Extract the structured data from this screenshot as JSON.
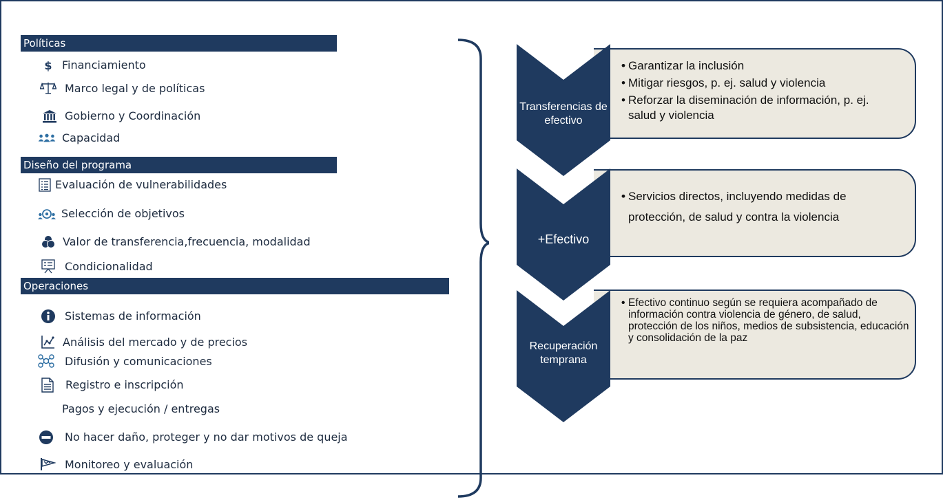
{
  "sections": {
    "politicas": {
      "title": "Políticas",
      "items": [
        {
          "label": "Financiamiento",
          "icon": "dollar-icon"
        },
        {
          "label": "Marco legal y de políticas",
          "icon": "scales-icon"
        },
        {
          "label": "Gobierno y Coordinación",
          "icon": "government-building-icon"
        },
        {
          "label": "Capacidad",
          "icon": "people-group-icon"
        }
      ]
    },
    "diseno": {
      "title": "Diseño del programa",
      "items": [
        {
          "label": "Evaluación de vulnerabilidades",
          "icon": "checklist-icon"
        },
        {
          "label": "Selección de objetivos",
          "icon": "target-people-icon"
        },
        {
          "label": "Valor de transferencia,frecuencia, modalidad",
          "icon": "circles-icon"
        },
        {
          "label": "Condicionalidad",
          "icon": "presentation-board-icon"
        }
      ]
    },
    "operaciones": {
      "title": "Operaciones",
      "items": [
        {
          "label": "Sistemas de información",
          "icon": "info-icon"
        },
        {
          "label": "Análisis del mercado y de precios",
          "icon": "line-chart-icon"
        },
        {
          "label": "Difusión y comunicaciones",
          "icon": "network-icon"
        },
        {
          "label": "Registro e inscripción",
          "icon": "document-icon"
        },
        {
          "label": "Pagos y ejecución / entregas",
          "icon": ""
        },
        {
          "label": "No hacer daño, proteger y no dar motivos de queja",
          "icon": "no-entry-icon"
        },
        {
          "label": "Monitoreo y evaluación",
          "icon": "flag-icon"
        }
      ]
    }
  },
  "phases": [
    {
      "label": "Transferencias de efectivo",
      "bullets": [
        "Garantizar la inclusión",
        "Mitigar riesgos, p. ej. salud y violencia",
        "Reforzar la diseminación de información, p. ej. salud y violencia"
      ]
    },
    {
      "label": "+Efectivo",
      "bullets": [
        "Servicios directos, incluyendo medidas de protección, de salud y contra la violencia"
      ]
    },
    {
      "label": "Recuperación temprana",
      "bullets": [
        "Efectivo continuo según se requiera acompañado de información contra violencia de género, de salud, protección de los niños, medios de subsistencia, educación y consolidación de la paz"
      ]
    }
  ],
  "colors": {
    "navy": "#1f3a5f",
    "box_fill": "#ece9e0",
    "text": "#1d2b3f"
  }
}
